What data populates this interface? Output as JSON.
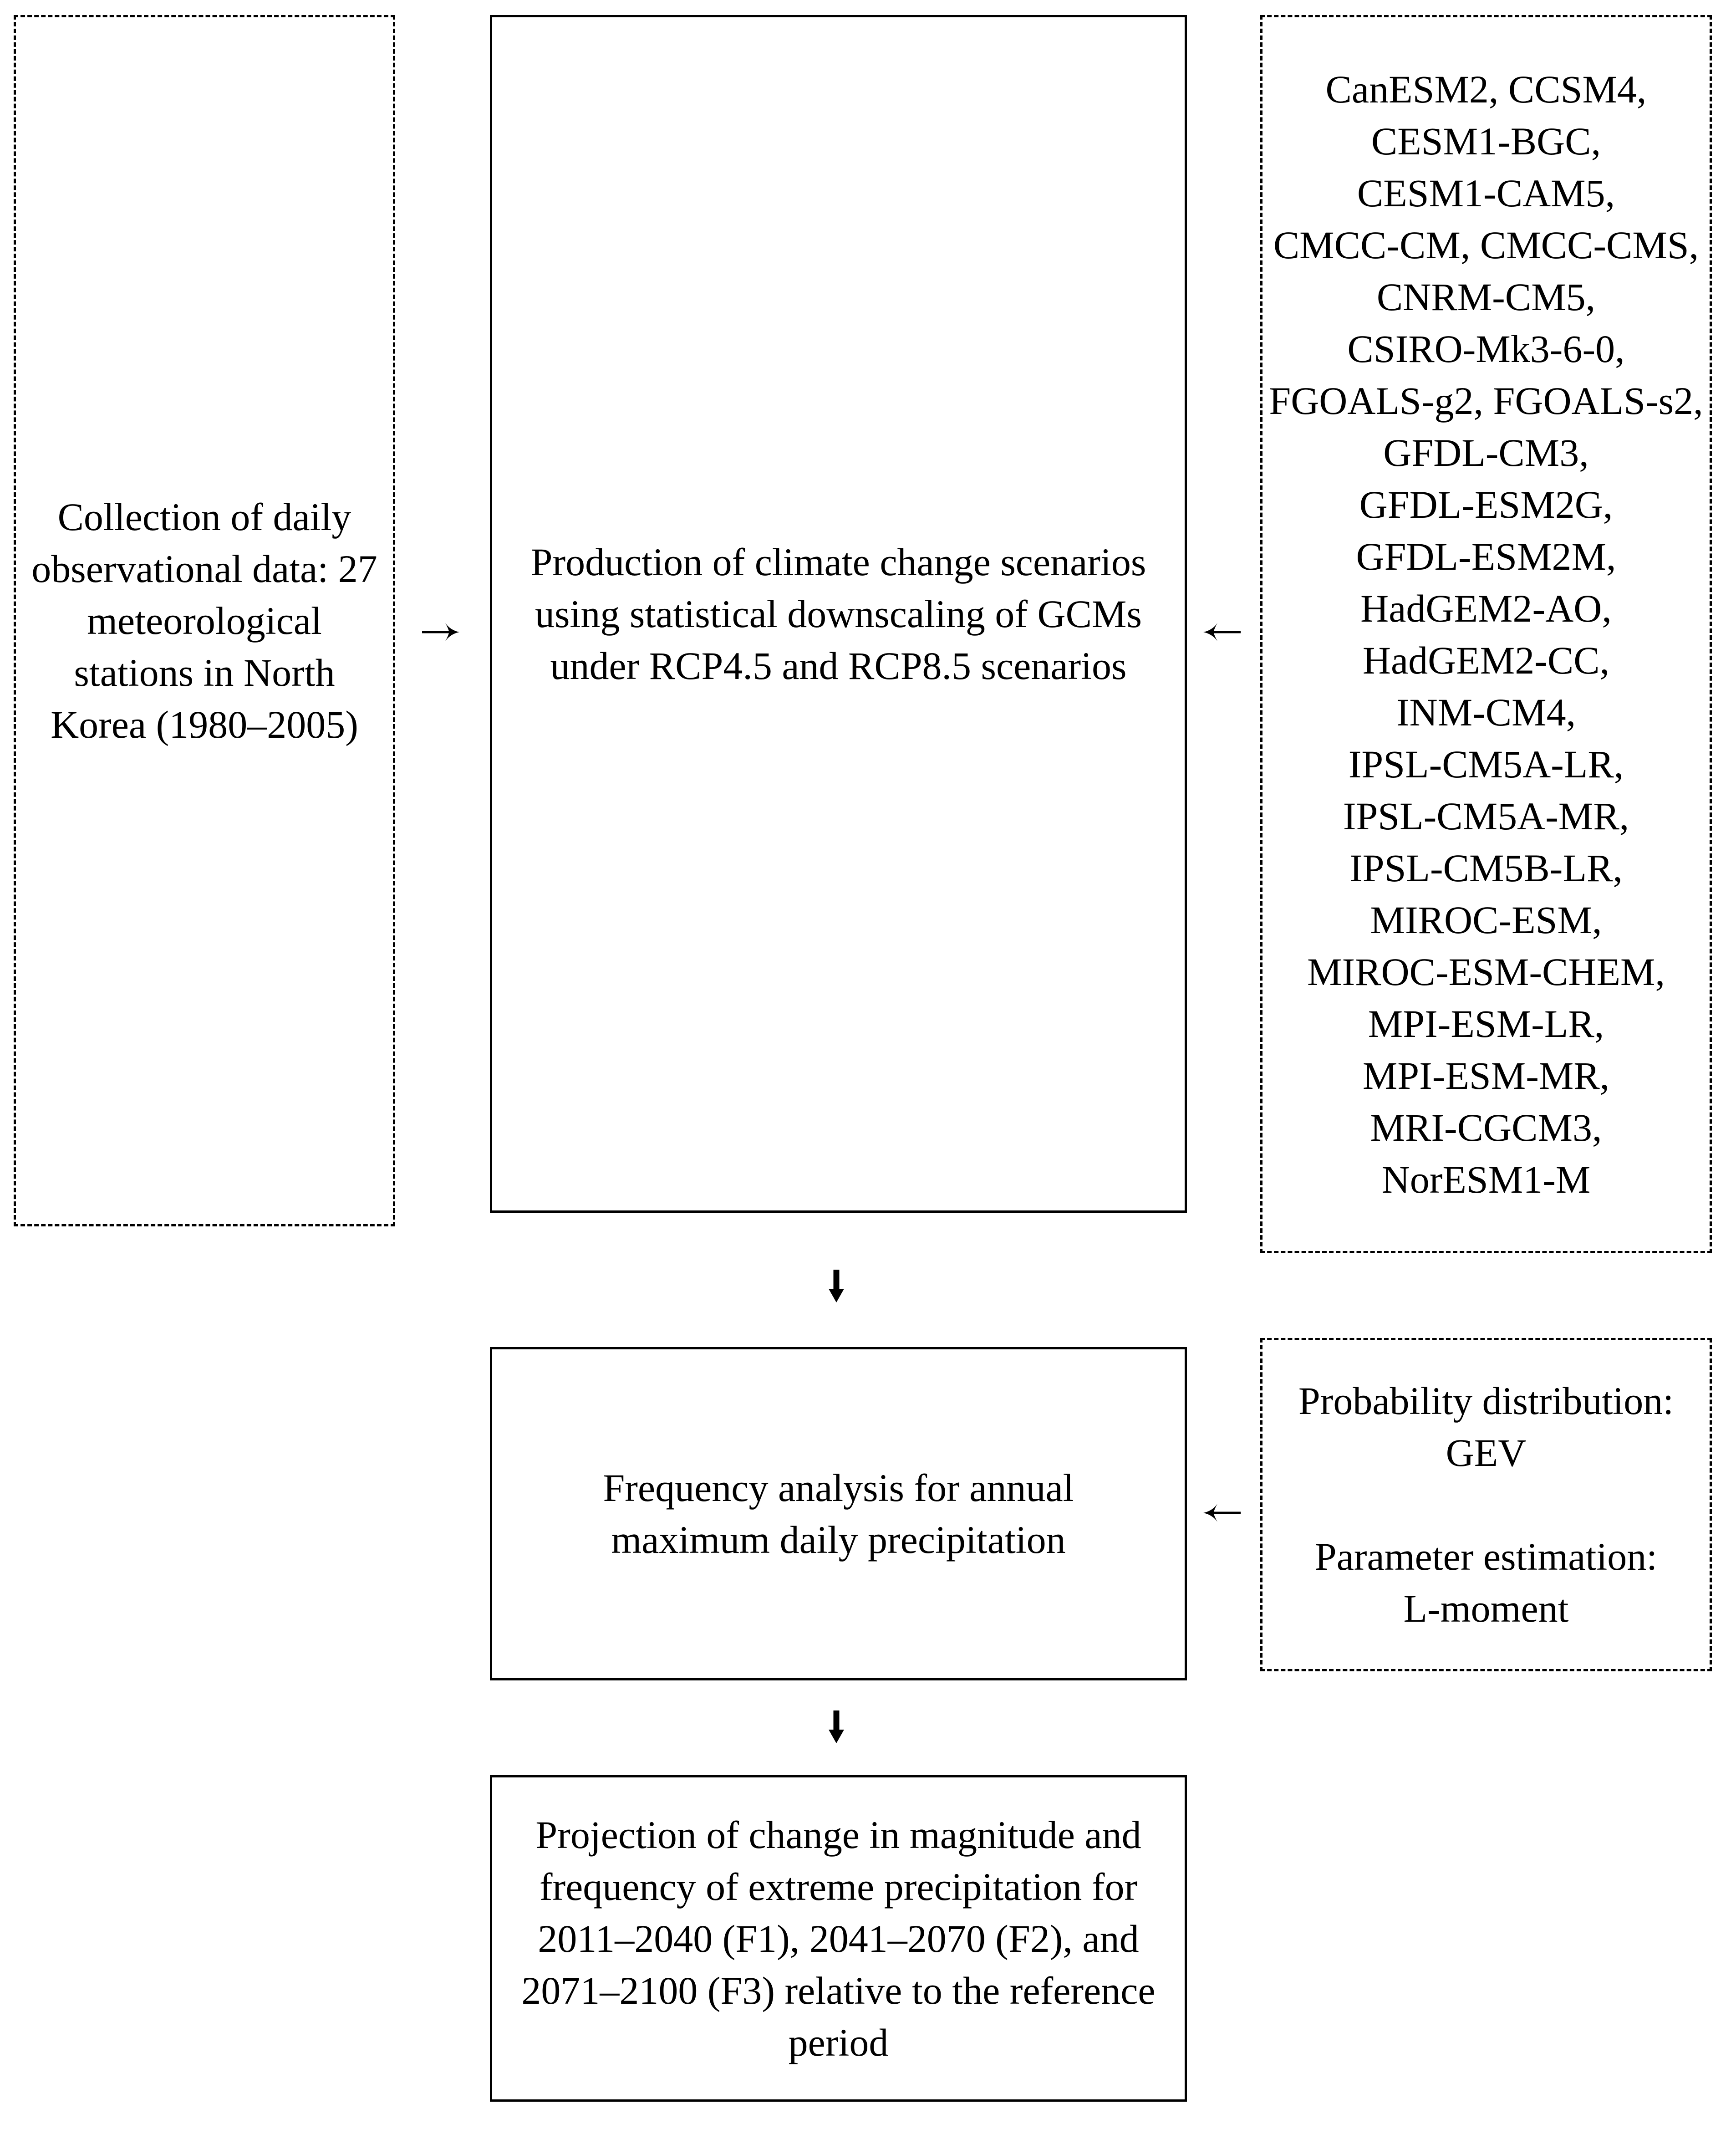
{
  "colors": {
    "ink": "#000000",
    "background": "#ffffff"
  },
  "flowchart": {
    "boxes": {
      "collection": {
        "border": "dashed",
        "text": "Collection of daily\nobservational data: 27\nmeteorological\nstations in North\nKorea (1980–2005)"
      },
      "production": {
        "border": "solid",
        "text": "Production of climate change scenarios\nusing statistical downscaling of GCMs\nunder RCP4.5 and RCP8.5 scenarios"
      },
      "gcms": {
        "border": "dashed",
        "text": "CanESM2, CCSM4,\nCESM1-BGC,\nCESM1-CAM5,\nCMCC-CM, CMCC-CMS,\nCNRM-CM5,\nCSIRO-Mk3-6-0,\nFGOALS-g2, FGOALS-s2,\nGFDL-CM3,\nGFDL-ESM2G,\nGFDL-ESM2M,\nHadGEM2-AO,\nHadGEM2-CC,\nINM-CM4,\nIPSL-CM5A-LR,\nIPSL-CM5A-MR,\nIPSL-CM5B-LR,\nMIROC-ESM,\nMIROC-ESM-CHEM,\nMPI-ESM-LR,\nMPI-ESM-MR,\nMRI-CGCM3,\nNorESM1-M"
      },
      "frequency": {
        "border": "solid",
        "text": "Frequency analysis for annual\nmaximum daily precipitation"
      },
      "method": {
        "border": "dashed",
        "text": "Probability distribution:\nGEV\n\nParameter estimation:\nL-moment"
      },
      "projection": {
        "border": "solid",
        "text": "Projection of change in magnitude and\nfrequency of extreme precipitation for\n2011–2040 (F1), 2041–2070 (F2), and\n2071–2100 (F3) relative to the reference\nperiod"
      }
    },
    "arrows": [
      {
        "direction": "right",
        "from": "collection",
        "to": "production"
      },
      {
        "direction": "left",
        "from": "gcms",
        "to": "production"
      },
      {
        "direction": "down",
        "from": "production",
        "to": "frequency"
      },
      {
        "direction": "left",
        "from": "method",
        "to": "frequency"
      },
      {
        "direction": "down",
        "from": "frequency",
        "to": "projection"
      }
    ]
  }
}
